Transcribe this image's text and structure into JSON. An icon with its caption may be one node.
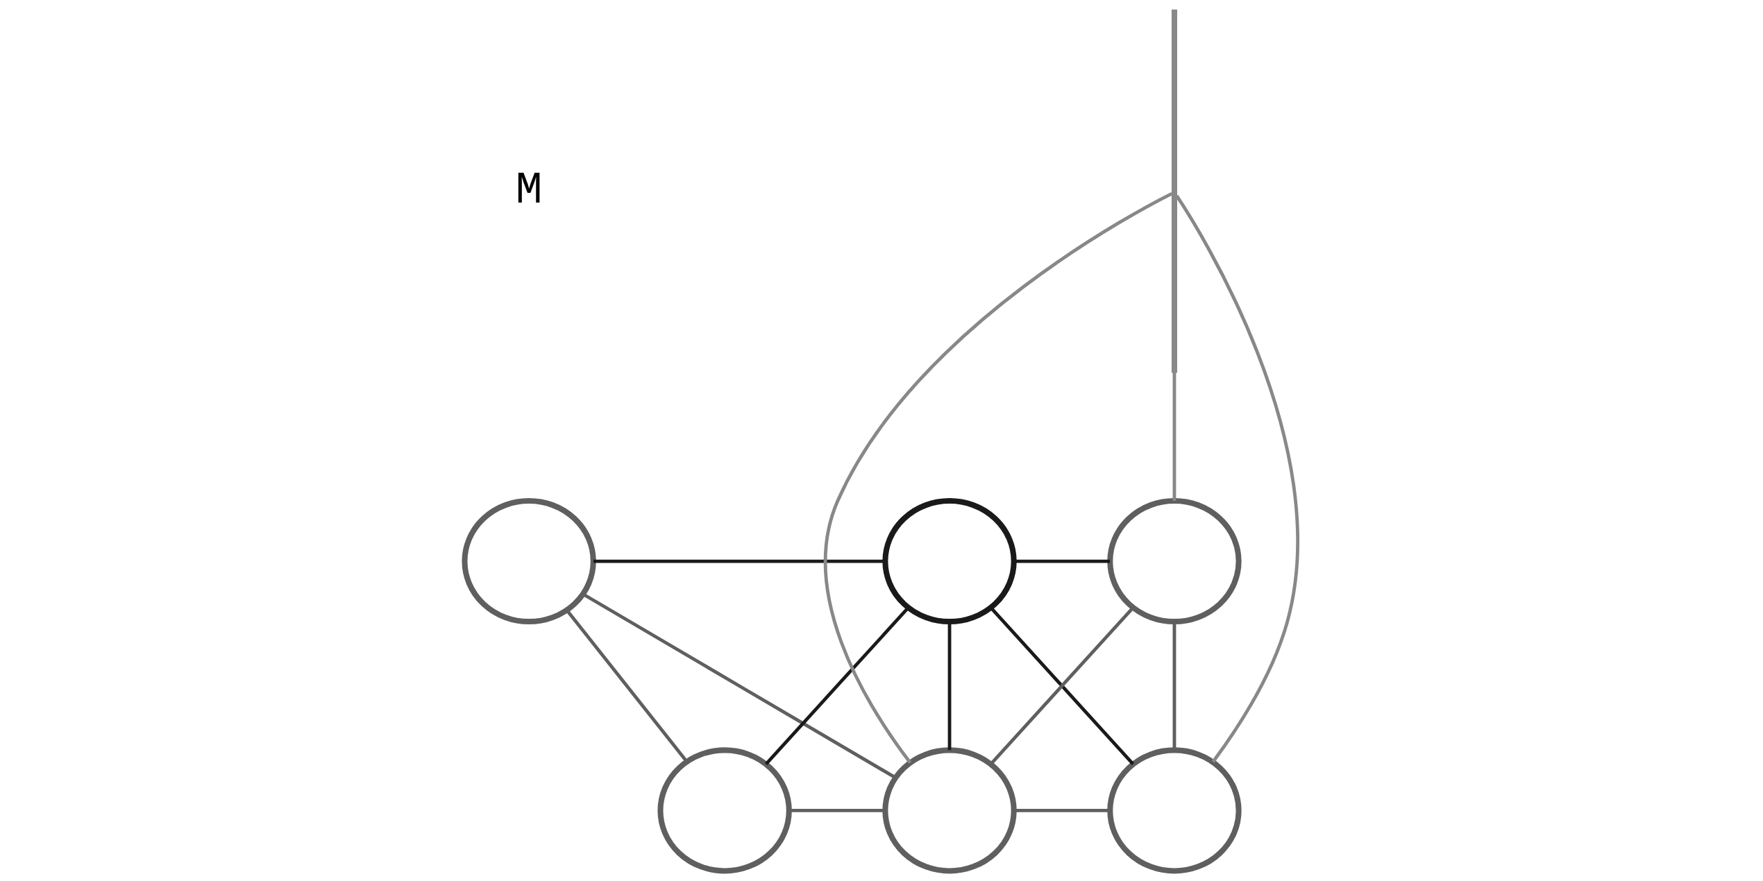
{
  "diagram": {
    "nodes": [
      {
        "text": [],
        "shape": "circle"
      },
      {
        "text": [],
        "shape": "circle"
      },
      {
        "text": [],
        "shape": "circle"
      },
      {
        "text": [],
        "shape": "circle"
      },
      {
        "text": [],
        "shape": "circle"
      },
      {
        "text": [],
        "shape": "circle"
      },
      {
        "text": [],
        "shape": "line"
      }
    ],
    "edges": [
      {
        "from": 0,
        "to": 1,
        "arrow": "none",
        "color": "#1a1a1a"
      },
      {
        "from": 1,
        "to": 2,
        "arrow": "none",
        "color": "#1a1a1a"
      },
      {
        "from": 0,
        "to": 3,
        "arrow": "none"
      },
      {
        "from": 0,
        "to": 4,
        "arrow": "none"
      },
      {
        "from": 1,
        "to": 3,
        "arrow": "none",
        "color": "#1a1a1a"
      },
      {
        "from": 1,
        "to": 4,
        "arrow": "none",
        "color": "#1a1a1a"
      },
      {
        "from": 1,
        "to": 5,
        "arrow": "none",
        "color": "#1a1a1a"
      },
      {
        "from": 2,
        "to": 4,
        "arrow": "none"
      },
      {
        "from": 2,
        "to": 5,
        "arrow": "none"
      },
      {
        "from": 3,
        "to": 4,
        "arrow": "none"
      },
      {
        "from": 4,
        "to": 5,
        "arrow": "none"
      },
      {
        "from": 6,
        "to": 2,
        "arrow": "none",
        "color": "#888888"
      },
      {
        "from": 6,
        "to": 5,
        "arrow": "none",
        "color": "#888888"
      },
      {
        "from": 6,
        "to": 4,
        "arrow": "none",
        "color": "#888888"
      }
    ],
    "labels": [
      "M"
    ]
  }
}
